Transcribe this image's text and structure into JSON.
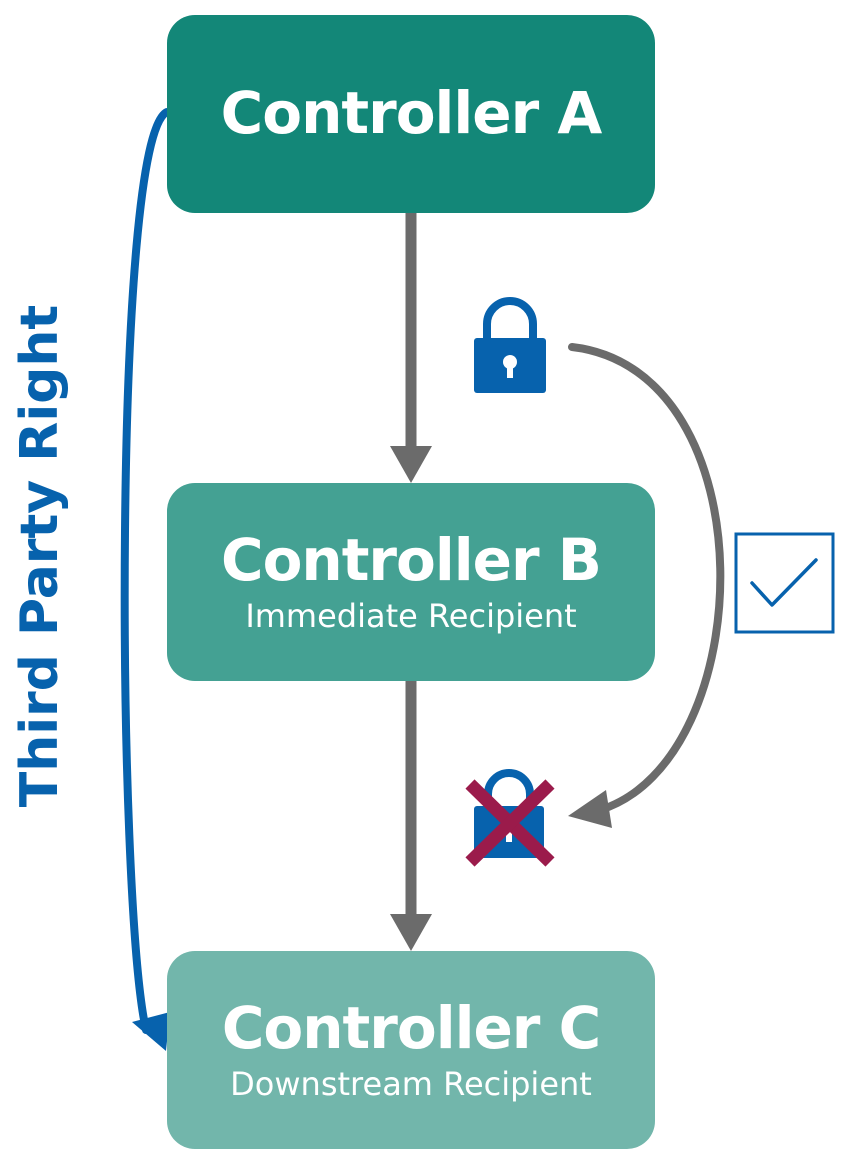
{
  "nodes": {
    "a": {
      "title": "Controller A"
    },
    "b": {
      "title": "Controller B",
      "subtitle": "Immediate Recipient"
    },
    "c": {
      "title": "Controller C",
      "subtitle": "Downstream Recipient"
    }
  },
  "side_label": "Third Party Right",
  "icons": {
    "lock": "padlock-icon",
    "blocked_lock": "padlock-crossed-icon",
    "check": "checkbox-checked-icon"
  },
  "colors": {
    "controller_a": "#138778",
    "controller_b": "#44a193",
    "controller_c": "#72b6ab",
    "third_party_arrow": "#0762ad",
    "flow_arrow": "#6b6b6b",
    "cross": "#9b1b4b"
  }
}
